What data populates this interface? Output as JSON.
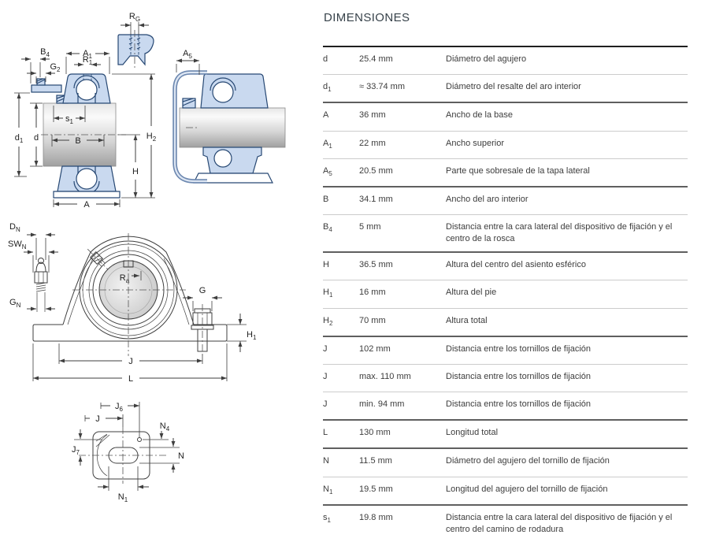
{
  "title": "DIMENSIONES",
  "table": {
    "rows": [
      {
        "base": "d",
        "sub": "",
        "value": "25.4 mm",
        "desc": "Diámetro del agujero",
        "thick": false
      },
      {
        "base": "d",
        "sub": "1",
        "value": "≈ 33.74 mm",
        "desc": "Diámetro del resalte del aro interior",
        "thick": false
      },
      {
        "base": "A",
        "sub": "",
        "value": "36 mm",
        "desc": "Ancho de la base",
        "thick": true
      },
      {
        "base": "A",
        "sub": "1",
        "value": "22 mm",
        "desc": "Ancho superior",
        "thick": false
      },
      {
        "base": "A",
        "sub": "5",
        "value": "20.5 mm",
        "desc": "Parte que sobresale de la tapa lateral",
        "thick": false
      },
      {
        "base": "B",
        "sub": "",
        "value": "34.1 mm",
        "desc": "Ancho del aro interior",
        "thick": true
      },
      {
        "base": "B",
        "sub": "4",
        "value": "5 mm",
        "desc": "Distancia entre la cara lateral del dispositivo de fijación y el centro de la rosca",
        "thick": false
      },
      {
        "base": "H",
        "sub": "",
        "value": "36.5 mm",
        "desc": "Altura del centro del asiento esférico",
        "thick": true
      },
      {
        "base": "H",
        "sub": "1",
        "value": "16 mm",
        "desc": "Altura del pie",
        "thick": false
      },
      {
        "base": "H",
        "sub": "2",
        "value": "70 mm",
        "desc": "Altura total",
        "thick": false
      },
      {
        "base": "J",
        "sub": "",
        "value": "102 mm",
        "desc": "Distancia entre los tornillos de fijación",
        "thick": true
      },
      {
        "base": "J",
        "sub": "",
        "value": "max. 110 mm",
        "desc": "Distancia entre los tornillos de fijación",
        "thick": false
      },
      {
        "base": "J",
        "sub": "",
        "value": "min. 94 mm",
        "desc": "Distancia entre los tornillos de fijación",
        "thick": false
      },
      {
        "base": "L",
        "sub": "",
        "value": "130 mm",
        "desc": "Longitud total",
        "thick": true
      },
      {
        "base": "N",
        "sub": "",
        "value": "11.5 mm",
        "desc": "Diámetro del agujero del tornillo de fijación",
        "thick": true
      },
      {
        "base": "N",
        "sub": "1",
        "value": "19.5 mm",
        "desc": "Longitud del agujero del tornillo de fijación",
        "thick": false
      },
      {
        "base": "s",
        "sub": "1",
        "value": "19.8 mm",
        "desc": "Distancia entre la cara lateral del dispositivo de fijación y el centro del camino de rodadura",
        "thick": true
      }
    ]
  },
  "drawing_labels": {
    "rg": {
      "base": "R",
      "sub": "G"
    },
    "b4": {
      "base": "B",
      "sub": "4"
    },
    "g2": {
      "base": "G",
      "sub": "2"
    },
    "a1": {
      "base": "A",
      "sub": "1"
    },
    "r1": {
      "base": "R",
      "sub": "1"
    },
    "a5": {
      "base": "A",
      "sub": "5"
    },
    "s1": {
      "base": "s",
      "sub": "1"
    },
    "d1": {
      "base": "d",
      "sub": "1"
    },
    "d": {
      "base": "d",
      "sub": ""
    },
    "b": {
      "base": "B",
      "sub": ""
    },
    "h2": {
      "base": "H",
      "sub": "2"
    },
    "h": {
      "base": "H",
      "sub": ""
    },
    "a": {
      "base": "A",
      "sub": ""
    },
    "dn": {
      "base": "D",
      "sub": "N"
    },
    "swn": {
      "base": "SW",
      "sub": "N"
    },
    "gn": {
      "base": "G",
      "sub": "N"
    },
    "ra": {
      "base": "R",
      "sub": "a"
    },
    "g": {
      "base": "G",
      "sub": ""
    },
    "h1": {
      "base": "H",
      "sub": "1"
    },
    "j": {
      "base": "J",
      "sub": ""
    },
    "l": {
      "base": "L",
      "sub": ""
    },
    "j6": {
      "base": "J",
      "sub": "6"
    },
    "jb": {
      "base": "J",
      "sub": ""
    },
    "n4": {
      "base": "N",
      "sub": "4"
    },
    "j7": {
      "base": "J",
      "sub": "7"
    },
    "n": {
      "base": "N",
      "sub": ""
    },
    "n1": {
      "base": "N",
      "sub": "1"
    }
  },
  "colors": {
    "housing_fill": "#c9d9ef",
    "outline": "#274873",
    "dim_line": "#3f3f3f",
    "title_text": "#37424a",
    "body_text": "#3d3d3d",
    "divider_light": "#cccccc",
    "divider_dark": "#5f5f5f",
    "table_top": "#1f1f1f"
  }
}
